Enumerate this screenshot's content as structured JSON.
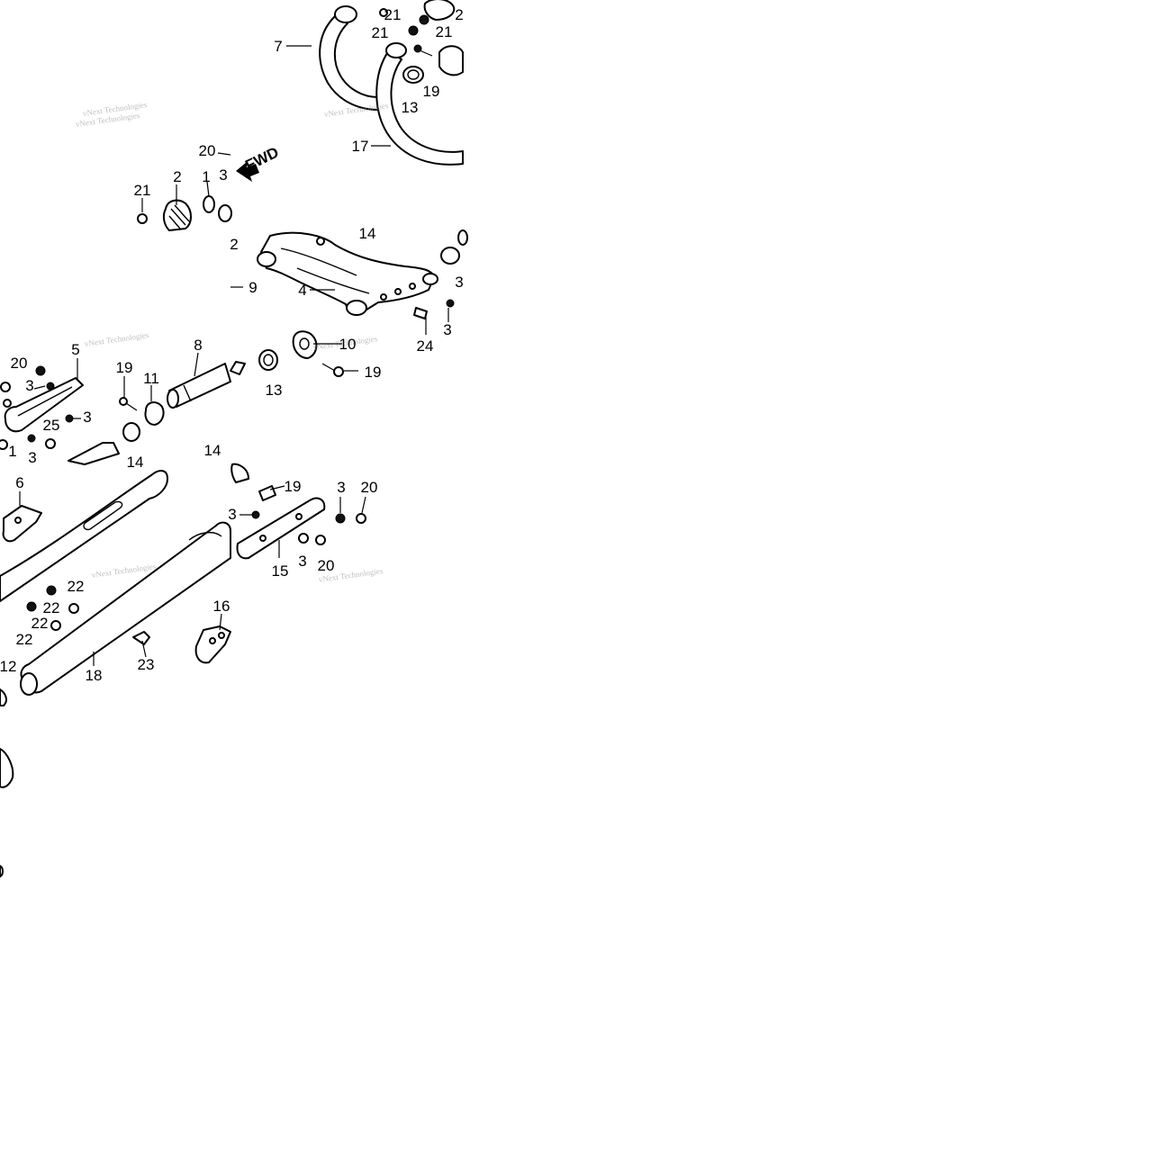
{
  "diagram": {
    "direction_label": "FWD",
    "watermark": "vNext Technologies",
    "watermarks": [
      {
        "text": "vNext Technologies"
      },
      {
        "text": "vNext Technologies"
      },
      {
        "text": "vNext Technologies"
      },
      {
        "text": "vNext Technologies"
      },
      {
        "text": "vNext Technologies"
      },
      {
        "text": "vNext Technologies"
      },
      {
        "text": "vNext Technologies"
      }
    ],
    "callouts": [
      {
        "label": "21"
      },
      {
        "label": "2"
      },
      {
        "label": "21"
      },
      {
        "label": "21"
      },
      {
        "label": "7"
      },
      {
        "label": "19"
      },
      {
        "label": "13"
      },
      {
        "label": "17"
      },
      {
        "label": "20"
      },
      {
        "label": "3"
      },
      {
        "label": "21"
      },
      {
        "label": "2"
      },
      {
        "label": "1"
      },
      {
        "label": "2"
      },
      {
        "label": "14"
      },
      {
        "label": "9"
      },
      {
        "label": "4"
      },
      {
        "label": "3"
      },
      {
        "label": "24"
      },
      {
        "label": "3"
      },
      {
        "label": "10"
      },
      {
        "label": "19"
      },
      {
        "label": "20"
      },
      {
        "label": "5"
      },
      {
        "label": "3"
      },
      {
        "label": "3"
      },
      {
        "label": "25"
      },
      {
        "label": "1"
      },
      {
        "label": "3"
      },
      {
        "label": "19"
      },
      {
        "label": "11"
      },
      {
        "label": "8"
      },
      {
        "label": "13"
      },
      {
        "label": "14"
      },
      {
        "label": "14"
      },
      {
        "label": "6"
      },
      {
        "label": "19"
      },
      {
        "label": "3"
      },
      {
        "label": "20"
      },
      {
        "label": "3"
      },
      {
        "label": "15"
      },
      {
        "label": "3"
      },
      {
        "label": "20"
      },
      {
        "label": "22"
      },
      {
        "label": "22"
      },
      {
        "label": "22"
      },
      {
        "label": "22"
      },
      {
        "label": "16"
      },
      {
        "label": "23"
      },
      {
        "label": "18"
      },
      {
        "label": "12"
      }
    ]
  }
}
